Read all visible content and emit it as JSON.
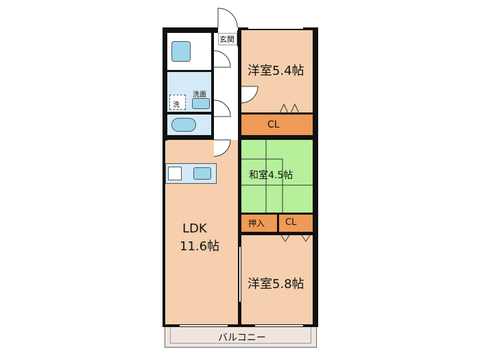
{
  "colors": {
    "western_room": "#f5cfae",
    "japanese_room": "#b6f09b",
    "closet": "#ef9a56",
    "wet_area": "#d4eaf8",
    "fixture": "#9fd6ec",
    "balcony": "#efe5de",
    "wall": "#111111"
  },
  "rooms": {
    "entrance": "玄関",
    "western_room_1": "洋室5.4帖",
    "washroom": "洗面",
    "washer": "洗",
    "closet_1": "CL",
    "japanese_room": "和室4.5帖",
    "oshiire": "押入",
    "closet_2": "CL",
    "ldk_name": "LDK",
    "ldk_size": "11.6帖",
    "western_room_2": "洋室5.8帖",
    "balcony": "バルコニー"
  }
}
